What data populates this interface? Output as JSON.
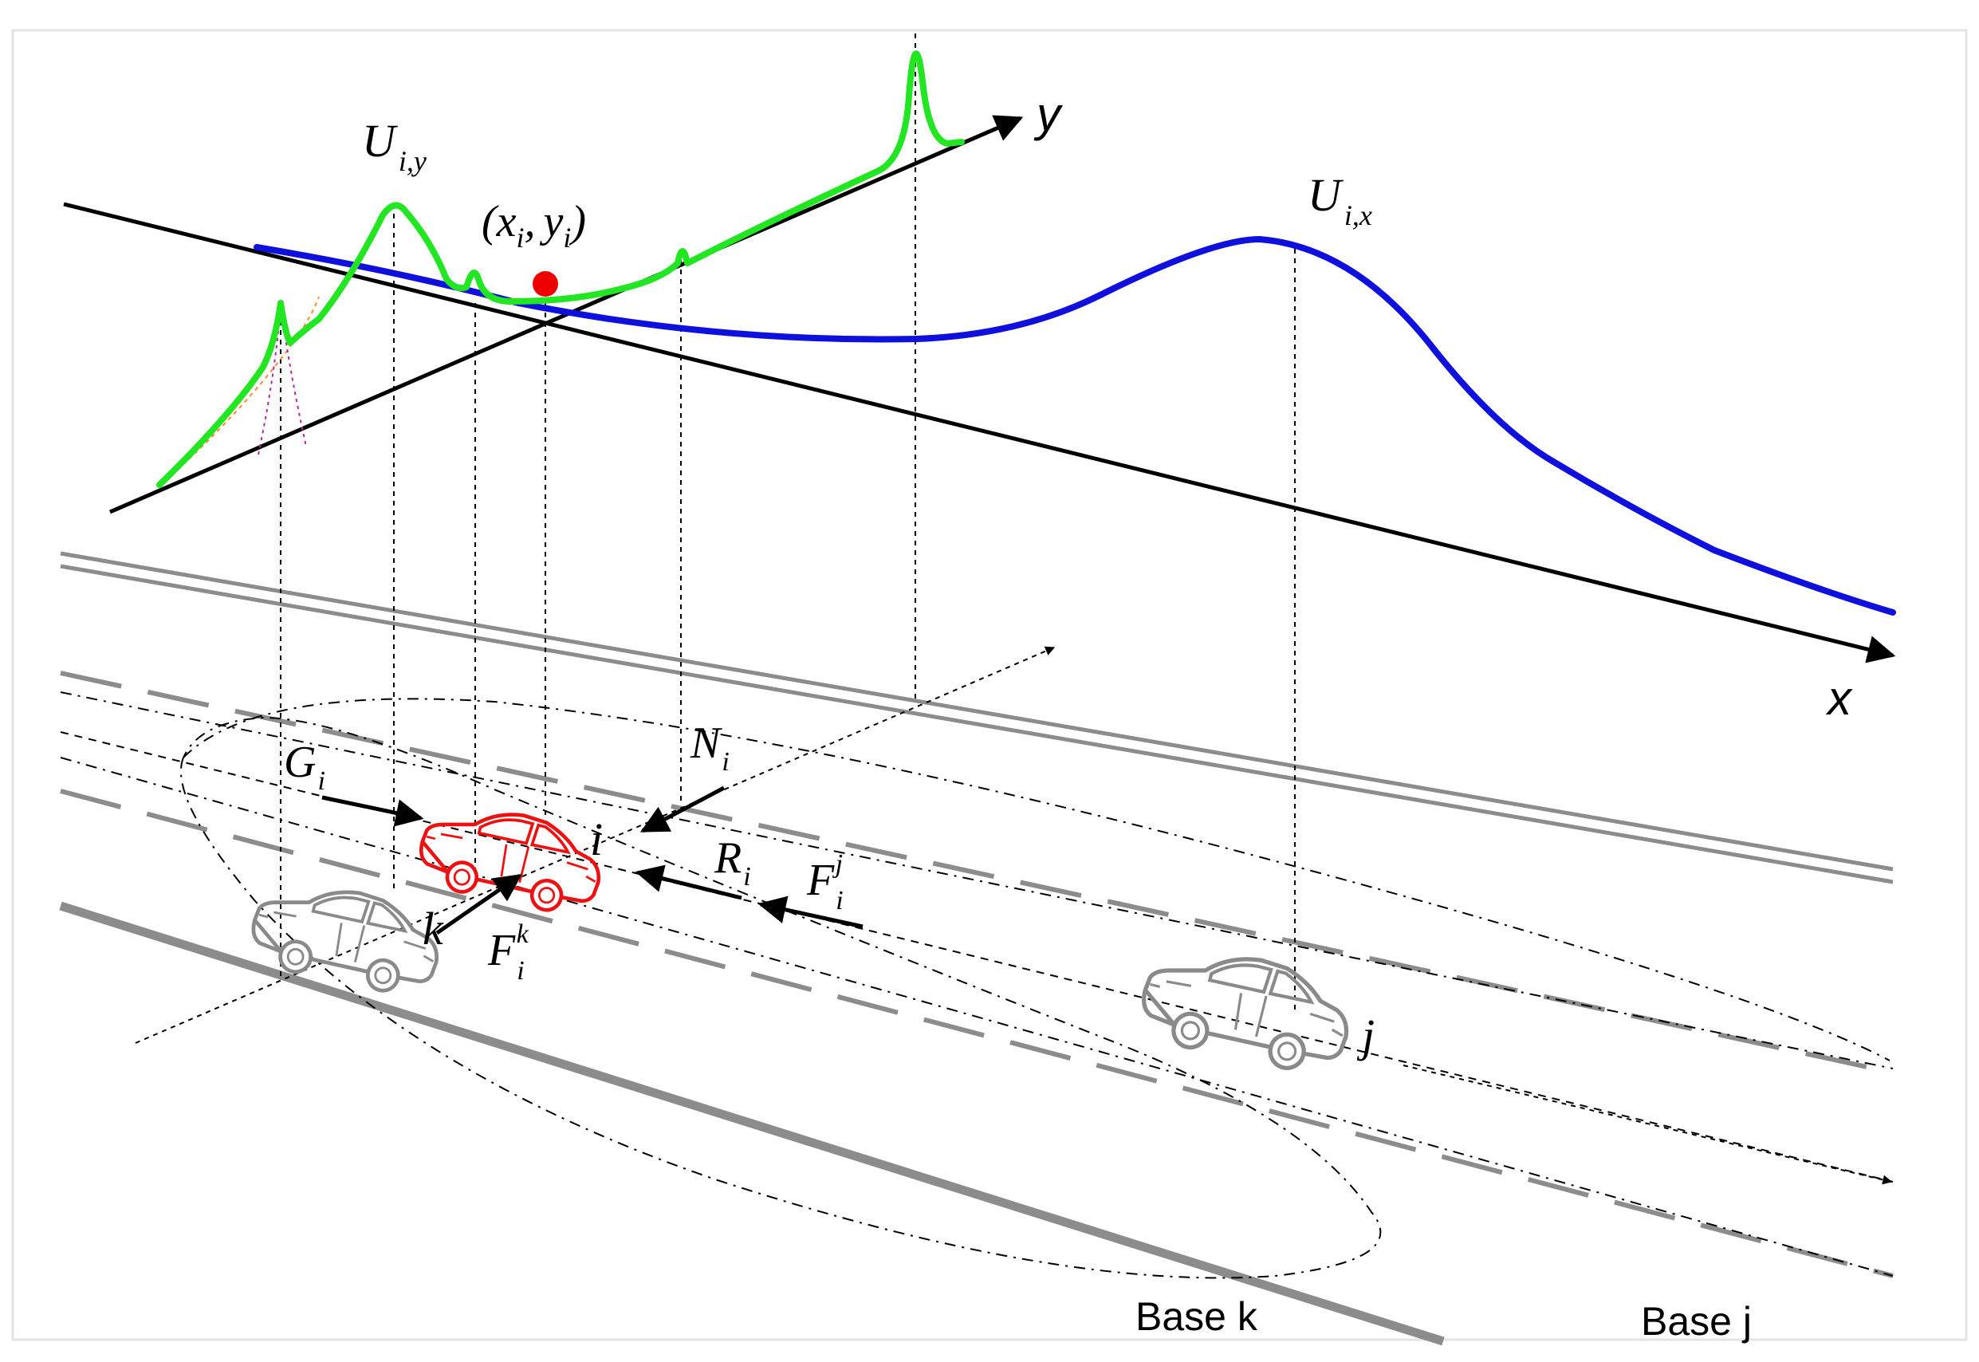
{
  "labels": {
    "potential_y": {
      "main": "U",
      "sub": "i,y"
    },
    "potential_x": {
      "main": "U",
      "sub": "i,x"
    },
    "position": {
      "open": "(",
      "x": "x",
      "x_sub": "i",
      "comma": ",",
      "y": "y",
      "y_sub": "i",
      "close": ")"
    },
    "axis_x": "x",
    "axis_y": "y",
    "force_g": {
      "main": "G",
      "sub": "i"
    },
    "force_n": {
      "main": "N",
      "sub": "i"
    },
    "force_r": {
      "main": "R",
      "sub": "i"
    },
    "force_fj": {
      "main": "F",
      "sub": "i",
      "sup": "j"
    },
    "force_fk": {
      "main": "F",
      "sub": "i",
      "sup": "k"
    },
    "car_i": "i",
    "car_j": "j",
    "car_k": "k",
    "base_k": "Base k",
    "base_j": "Base j"
  },
  "colors": {
    "potential_y_curve": "#22e622",
    "potential_x_curve": "#1010dd",
    "ego_vehicle": "#ee1111",
    "position_marker": "#ee0000",
    "other_vehicles": "#8a8a8a",
    "road_lines": "#8c8c8c",
    "axes": "#000000"
  },
  "icons": {
    "ego": "car-icon",
    "neighbor_j": "car-icon",
    "neighbor_k": "car-icon"
  }
}
